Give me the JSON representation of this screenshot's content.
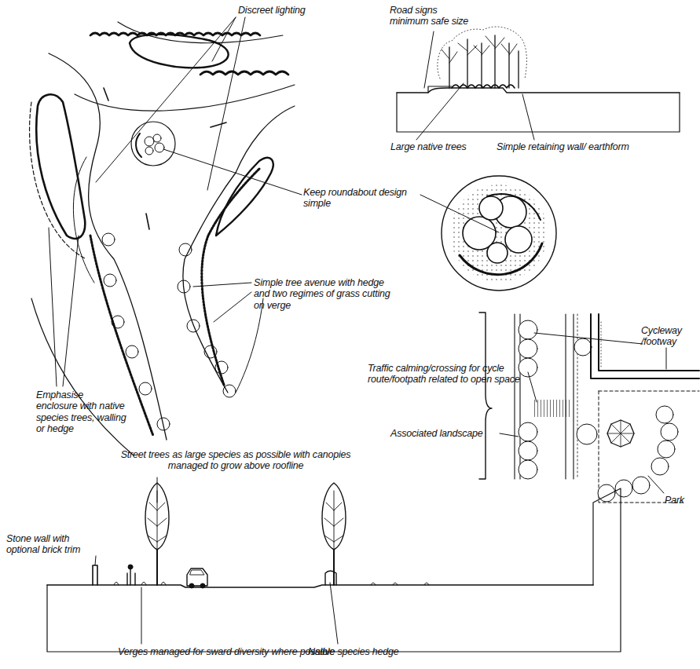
{
  "diagram": {
    "labels": [
      "Discreet lighting",
      "Road signs minimum safe size",
      "Large native trees",
      "Simple retaining wall/ earthform",
      "Keep roundabout design simple",
      "Simple tree avenue with hedge and two regimes of grass cutting on verge",
      "Emphasise enclosure with native species trees, walling or hedge",
      "Cycleway /footway",
      "Traffic calming/crossing for cycle route/footpath related to open space",
      "Associated landscape",
      "Park",
      "Street trees as large species as possible with canopies managed to grow above roofline",
      "Stone wall with optional brick trim",
      "Verges managed for sward diversity where possible",
      "Native species hedge"
    ]
  }
}
